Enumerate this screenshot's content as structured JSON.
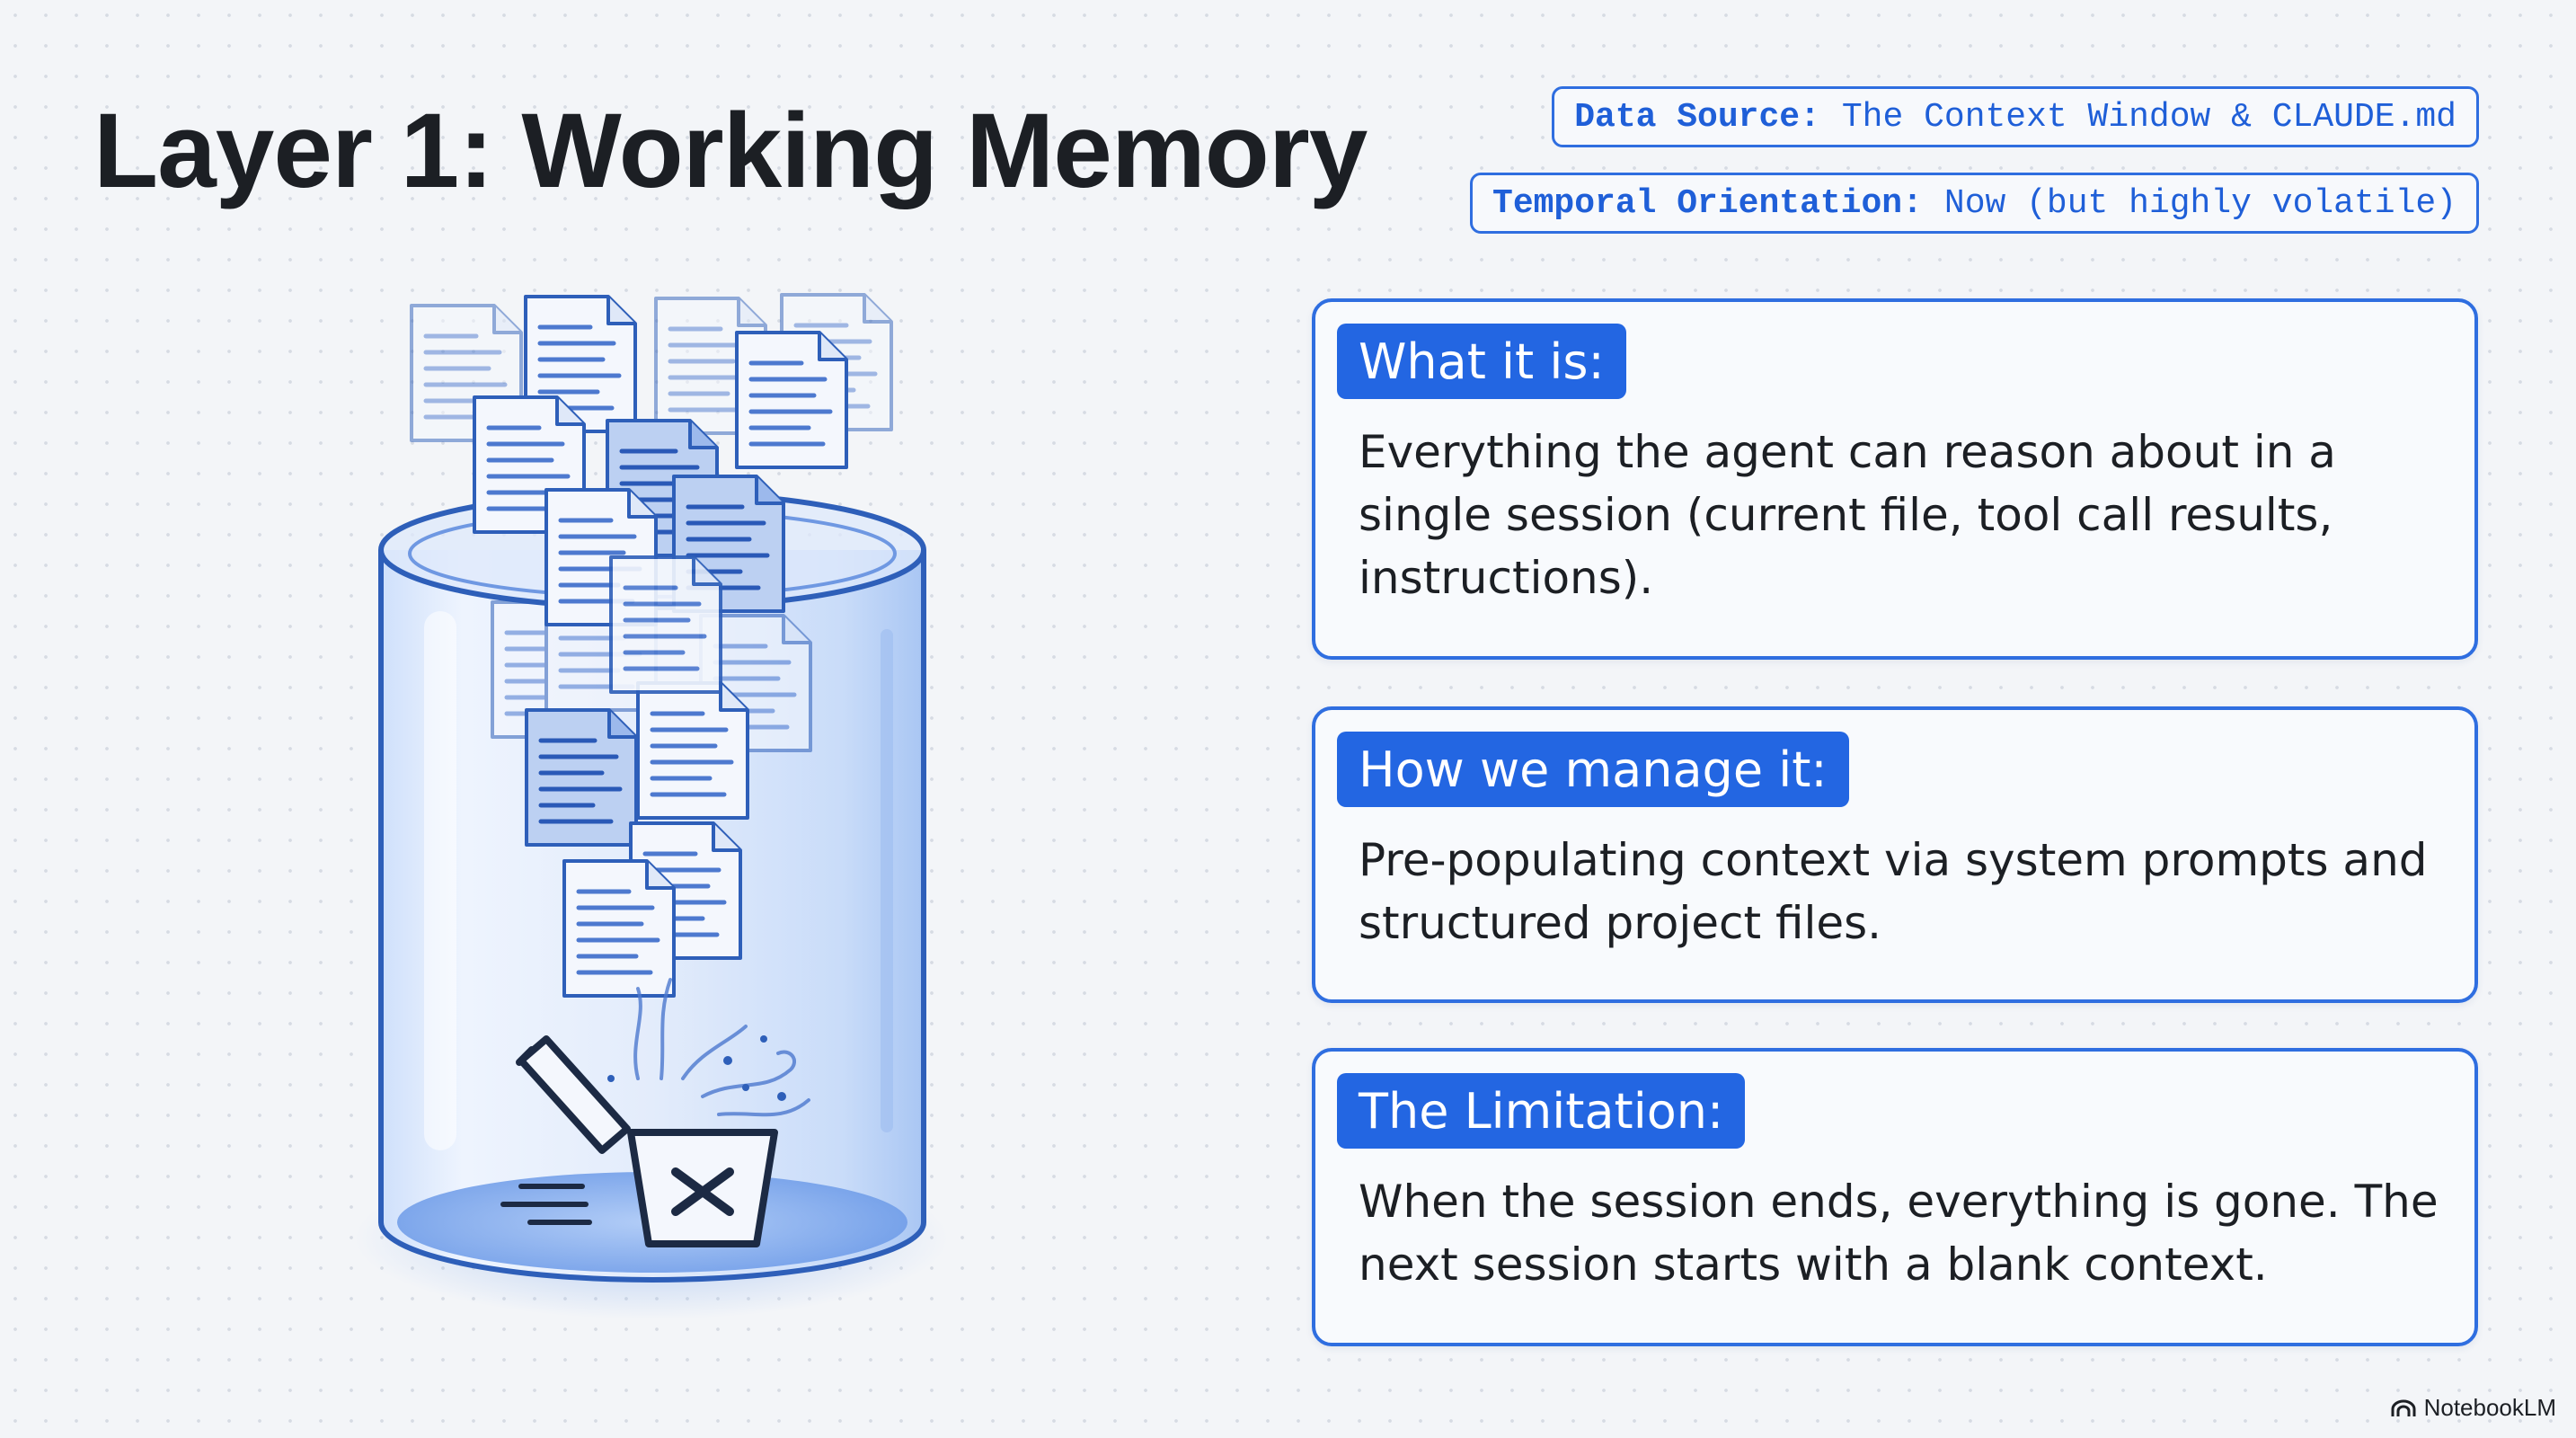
{
  "title": "Layer 1: Working Memory",
  "meta": {
    "data_source_key": "Data Source:",
    "data_source_value": "The Context Window & CLAUDE.md",
    "temporal_key": "Temporal Orientation:",
    "temporal_value": "Now (but highly volatile)"
  },
  "cards": [
    {
      "label": "What it is:",
      "text": "Everything the agent can reason about in a single session (current file, tool call results, instructions)."
    },
    {
      "label": "How we manage it:",
      "text": "Pre-populating context via system prompts and structured project files."
    },
    {
      "label": "The Limitation:",
      "text": "When the session ends, everything is gone. The next session starts with a blank context."
    }
  ],
  "brand": "NotebookLM",
  "colors": {
    "accent": "#2366e2",
    "border": "#2f6ee0",
    "background": "#f3f5f8",
    "text": "#1c1f24"
  }
}
